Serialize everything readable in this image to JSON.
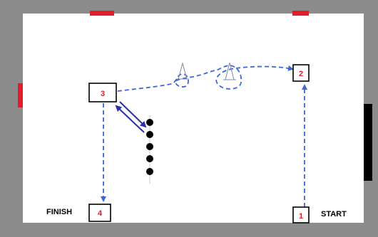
{
  "course": {
    "stations": [
      {
        "id": "station-1",
        "label": "1"
      },
      {
        "id": "station-2",
        "label": "2"
      },
      {
        "id": "station-3",
        "label": "3"
      },
      {
        "id": "station-4",
        "label": "4"
      }
    ],
    "finish_label": "FINISH",
    "start_label": "START"
  },
  "colors": {
    "outer_background": "#8c8c8c",
    "court": "#ffffff",
    "marker_red": "#e41b2a",
    "path_blue": "#3c67d6",
    "arrow_navy": "#2b2fa8",
    "cone_black": "#000000"
  },
  "icons": [
    "cone-icon",
    "cone-icon",
    "dot-icon",
    "arrow-icon"
  ]
}
